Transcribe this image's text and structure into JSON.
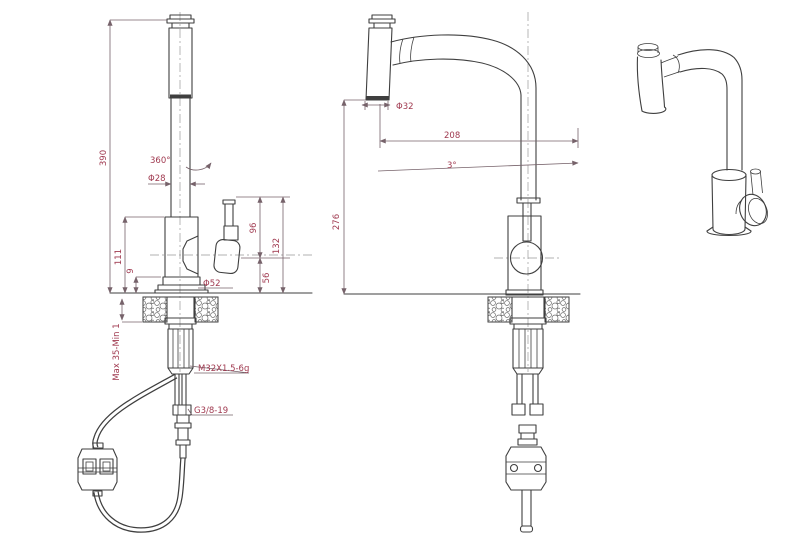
{
  "colors": {
    "background": "#ffffff",
    "line": "#3f3f3f",
    "dimension_line": "#76626a",
    "dimension_text": "#a03a50"
  },
  "views": {
    "front": {
      "dims": {
        "total_height": "390",
        "swivel_angle": "360°",
        "spout_pipe_diameter": "Φ28",
        "body_height": "111",
        "base_height": "9",
        "handle_top_height": "96",
        "handle_overall_height": "132",
        "handle_lower_height": "56",
        "base_diameter": "Φ52",
        "counter_thickness_range": "Max 35-Min 1",
        "mounting_thread": "M32X1.5-6g",
        "inlet_thread": "G3/8-19"
      }
    },
    "side": {
      "dims": {
        "head_diameter": "Φ32",
        "spout_reach": "208",
        "spout_tilt_angle": "3°",
        "spout_height": "276"
      }
    }
  }
}
